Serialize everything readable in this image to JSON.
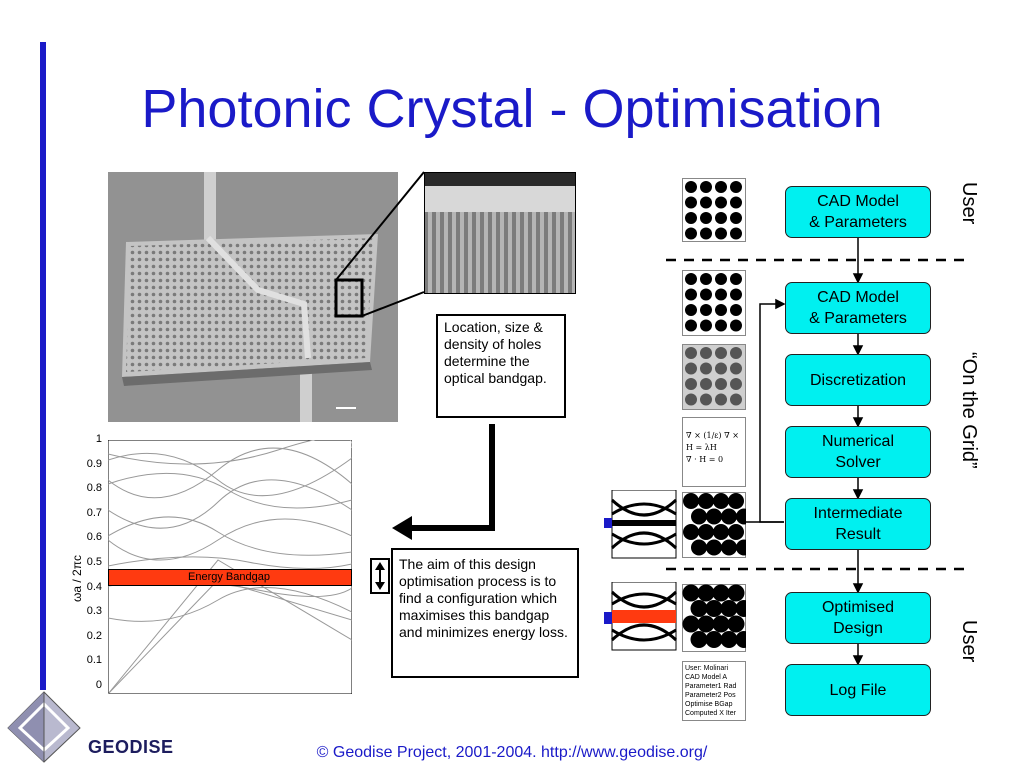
{
  "title": "Photonic Crystal - Optimisation",
  "captions": {
    "holes": "Location, size & density of holes determine the optical bandgap.",
    "aim": "The aim of this design optimisation process is to find a configuration which maximises this bandgap and minimizes energy loss."
  },
  "band_plot": {
    "ylabel": "ωa / 2πc",
    "yticks": [
      "1",
      "0.9",
      "0.8",
      "0.7",
      "0.6",
      "0.5",
      "0.4",
      "0.3",
      "0.2",
      "0.1",
      "0"
    ],
    "bandgap_label": "Energy Bandgap",
    "bandgap_color": "#ff3a10"
  },
  "workflow": {
    "boxes": [
      {
        "label": "CAD Model\n& Parameters"
      },
      {
        "label": "CAD Model\n& Parameters"
      },
      {
        "label": "Discretization"
      },
      {
        "label": "Numerical\nSolver"
      },
      {
        "label": "Intermediate\nResult"
      },
      {
        "label": "Optimised\nDesign"
      },
      {
        "label": "Log File"
      }
    ],
    "box_color": "#00f0f0",
    "side_labels": {
      "top": "User",
      "middle": "“On the Grid”",
      "bottom": "User"
    },
    "equation": {
      "line1": "∇ × (1/ε) ∇ × H = λH",
      "line2": "∇ · H = 0"
    },
    "log_lines": [
      "User: Molinari",
      "CAD Model A",
      "Parameter1 Rad",
      "Parameter2 Pos",
      "Optimise BGap",
      "Computed X Iter"
    ]
  },
  "logo": {
    "text": "GEODISE"
  },
  "footer": "© Geodise Project, 2001-2004. http://www.geodise.org/",
  "colors": {
    "accent": "#1a1ac8",
    "arrow": "#000000"
  }
}
